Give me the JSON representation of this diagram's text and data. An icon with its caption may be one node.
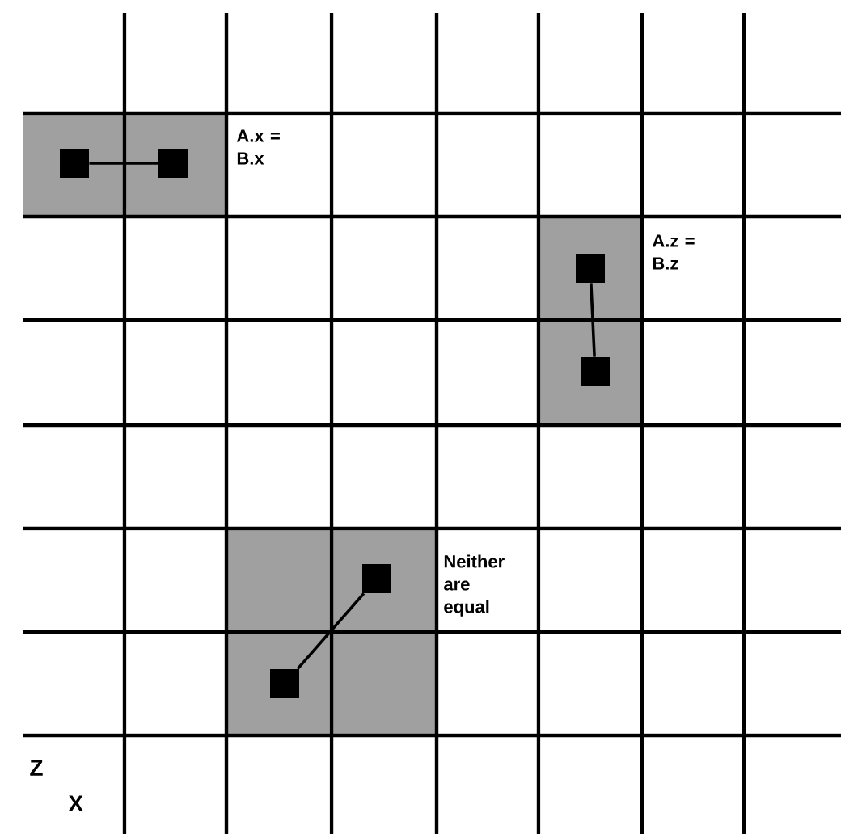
{
  "diagram": {
    "nodes": [
      {
        "text": [],
        "shape": "box"
      },
      {
        "text": [],
        "shape": "box"
      },
      {
        "text": [],
        "shape": "box"
      },
      {
        "text": [],
        "shape": "box"
      },
      {
        "text": [],
        "shape": "box"
      },
      {
        "text": [],
        "shape": "box"
      }
    ],
    "edges": [
      {
        "from": 0,
        "to": 1,
        "arrow": "none"
      },
      {
        "from": 2,
        "to": 3,
        "arrow": "none"
      },
      {
        "from": 4,
        "to": 5,
        "arrow": "none"
      }
    ],
    "labels": [
      "A.x = B.x",
      "A.z = B.z",
      "Neither are equal",
      "Z",
      "X"
    ]
  }
}
